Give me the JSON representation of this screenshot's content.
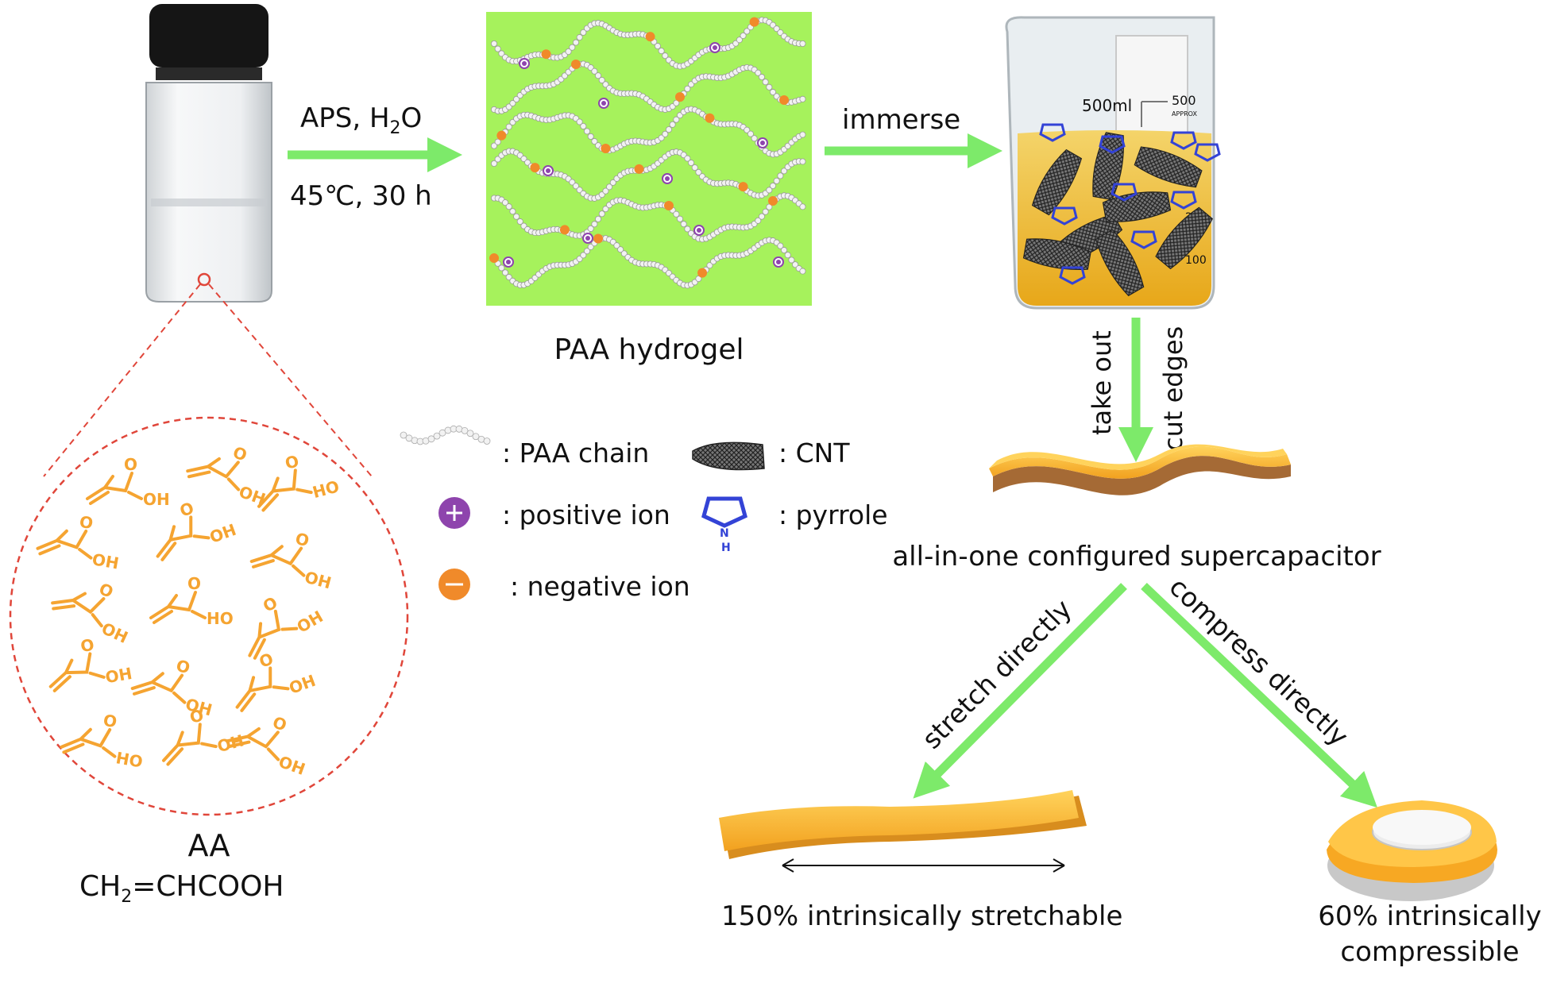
{
  "step1": {
    "reagent_main": "APS, H",
    "reagent_sub": "2",
    "reagent_tail": "O",
    "conditions": "45℃, 30 h"
  },
  "step2": {
    "label": "immerse"
  },
  "hydrogel": {
    "label": "PAA  hydrogel"
  },
  "beaker": {
    "volume_label": "500ml",
    "scale_top": "500",
    "scale_unit": "APPROX",
    "scale_mid": "200",
    "scale_low": "100"
  },
  "step3": {
    "left": "take out",
    "right": "cut edges"
  },
  "product": {
    "label": "all-in-one configured supercapacitor"
  },
  "branch_left": {
    "arrow_label": "stretch directly",
    "result": "150% intrinsically stretchable"
  },
  "branch_right": {
    "arrow_label": "compress directly",
    "result_line1": "60% intrinsically",
    "result_line2": "compressible"
  },
  "legend": {
    "paa_chain": ": PAA chain",
    "cnt": ": CNT",
    "positive_ion": ": positive ion",
    "pyrrole": ": pyrrole",
    "negative_ion": ": negative ion",
    "pyrrole_nh": "N",
    "pyrrole_h": "H"
  },
  "monomer": {
    "name": "AA",
    "formula_a": "CH",
    "formula_sub": "2",
    "formula_b": "=CHCOOH",
    "oh": "OH",
    "ho": "HO",
    "o": "O"
  },
  "colors": {
    "arrow_green": "#7dea6a",
    "hydrogel_green": "#a6f25c",
    "acid_orange": "#f5a431",
    "zoom_red": "#e0463a",
    "pyrrole_blue": "#3343d6",
    "cation_purple": "#8e44ad",
    "anion_orange": "#f08a2a",
    "device_yellow": "#f7b531"
  }
}
